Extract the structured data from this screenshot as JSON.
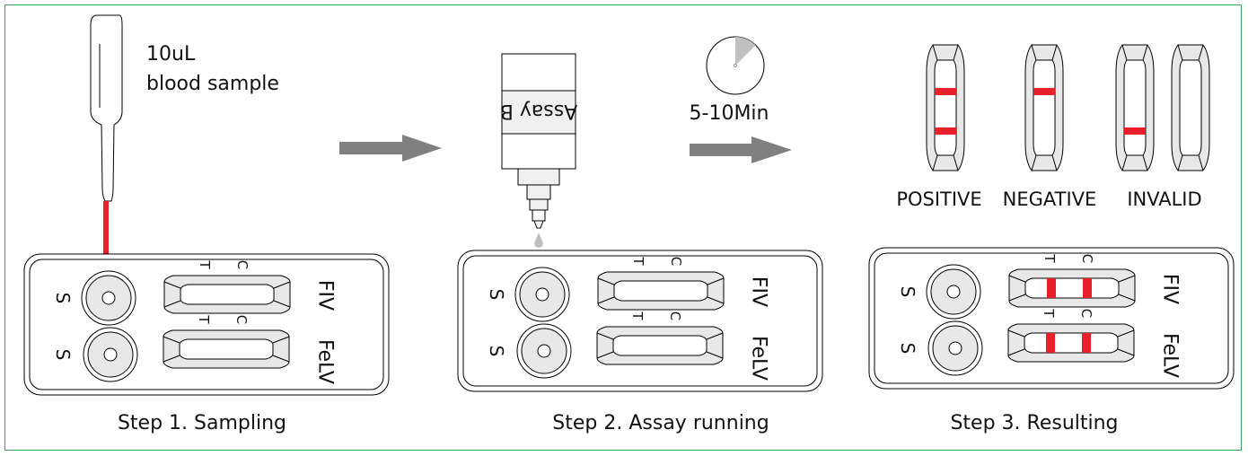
{
  "figure": {
    "pipette_label_line1": "10uL",
    "pipette_label_line2": "blood sample",
    "bottle_label": "Assay B",
    "timer_label": "5-10Min",
    "timer_elapsed_fraction": 0.125,
    "accent_red": "#e8202a",
    "arrow_gray": "#808080",
    "fill_gray": "#e8e8e8",
    "frame_green": "#3aa35a"
  },
  "result_legend": [
    {
      "label": "POSITIVE",
      "strips": [
        {
          "lines": [
            "C",
            "T"
          ]
        }
      ]
    },
    {
      "label": "NEGATIVE",
      "strips": [
        {
          "lines": [
            "C"
          ]
        }
      ]
    },
    {
      "label": "INVALID",
      "strips": [
        {
          "lines": [
            "T"
          ]
        },
        {
          "lines": []
        }
      ]
    }
  ],
  "device": {
    "sample_well_label": "S",
    "t_label": "T",
    "c_label": "C",
    "test1": "FIV",
    "test2": "FeLV"
  },
  "steps": [
    {
      "caption": "Step 1. Sampling",
      "lines_shown": []
    },
    {
      "caption": "Step 2. Assay running",
      "lines_shown": []
    },
    {
      "caption": "Step 3. Resulting",
      "lines_shown": [
        "T",
        "C"
      ]
    }
  ]
}
